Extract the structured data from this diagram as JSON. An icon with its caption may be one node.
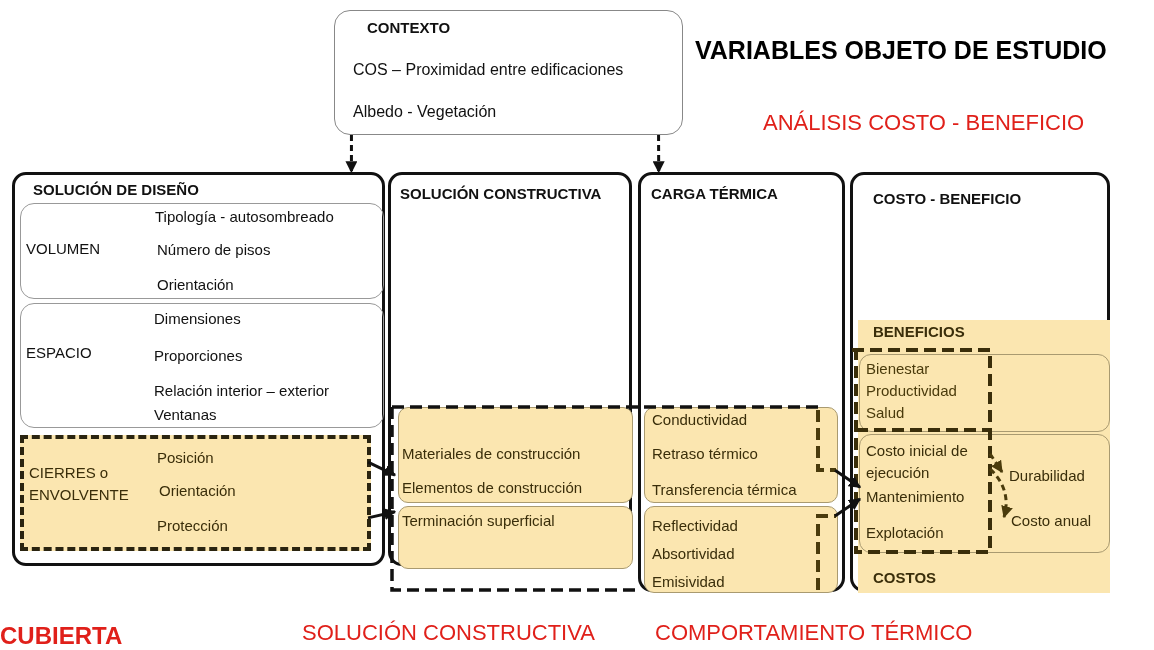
{
  "diagram": {
    "title": "VARIABLES OBJETO DE ESTUDIO",
    "nodes": [
      {
        "text": [
          "CONTEXTO",
          "COS – Proximidad entre edificaciones",
          "Albedo - Vegetación"
        ]
      },
      {
        "text": [
          "SOLUCIÓN DE DISEÑO"
        ]
      },
      {
        "text": [
          "VOLUMEN",
          "Tipología - autosombreado",
          "Número de pisos",
          "Orientación"
        ],
        "in": 1
      },
      {
        "text": [
          "ESPACIO",
          "Dimensiones",
          "Proporciones",
          "Relación interior – exterior",
          "Ventanas"
        ],
        "in": 1
      },
      {
        "text": [
          "CIERRES o ENVOLVENTE",
          "Posición",
          "Orientación",
          "Protección"
        ],
        "in": 1
      },
      {
        "text": [
          "SOLUCIÓN CONSTRUCTIVA"
        ]
      },
      {
        "text": [
          "CARGA TÉRMICA"
        ]
      },
      {
        "text": [
          "COSTO - BENEFICIO"
        ]
      },
      {
        "text": [
          "Materiales de construcción",
          "Elementos de construcción"
        ],
        "in": 5
      },
      {
        "text": [
          "Terminación superficial"
        ],
        "in": 5
      },
      {
        "text": [
          "Conductividad",
          "Retraso térmico",
          "Transferencia térmica"
        ],
        "in": 6
      },
      {
        "text": [
          "Reflectividad",
          "Absortividad",
          "Emisividad"
        ],
        "in": 6
      },
      {
        "text": [
          "BENEFICIOS",
          "COSTOS"
        ],
        "in": 7
      },
      {
        "text": [
          "Bienestar",
          "Productividad",
          "Salud"
        ],
        "in": 12
      },
      {
        "text": [],
        "shape": "box",
        "in": 12
      },
      {
        "text": [
          "Costo inicial de ejecución",
          "Mantenimiento",
          "Explotación"
        ],
        "in": 14
      },
      {
        "text": [
          "Durabilidad"
        ],
        "in": 14
      },
      {
        "text": [
          "Costo anual"
        ],
        "in": 14
      }
    ],
    "edges": [
      {
        "from": 0,
        "to": 1,
        "arrow": "to",
        "style": "dashed"
      },
      {
        "from": 0,
        "to": 6,
        "arrow": "to",
        "style": "dashed"
      },
      {
        "from": 4,
        "to": 8,
        "arrow": "to"
      },
      {
        "from": 4,
        "to": 9,
        "arrow": "to"
      },
      {
        "from": 10,
        "to": 15,
        "arrow": "to"
      },
      {
        "from": 11,
        "to": 15,
        "arrow": "to"
      },
      {
        "from": 15,
        "to": 16,
        "arrow": "to",
        "style": "dashed",
        "color": "#4a3b0c"
      },
      {
        "from": 15,
        "to": 17,
        "arrow": "to",
        "style": "dashed",
        "color": "#4a3b0c"
      }
    ],
    "labels": [
      "ANÁLISIS COSTO - BENEFICIO",
      "CUBIERTA",
      "SOLUCIÓN CONSTRUCTIVA",
      "COMPORTAMIENTO TÉRMICO"
    ]
  }
}
